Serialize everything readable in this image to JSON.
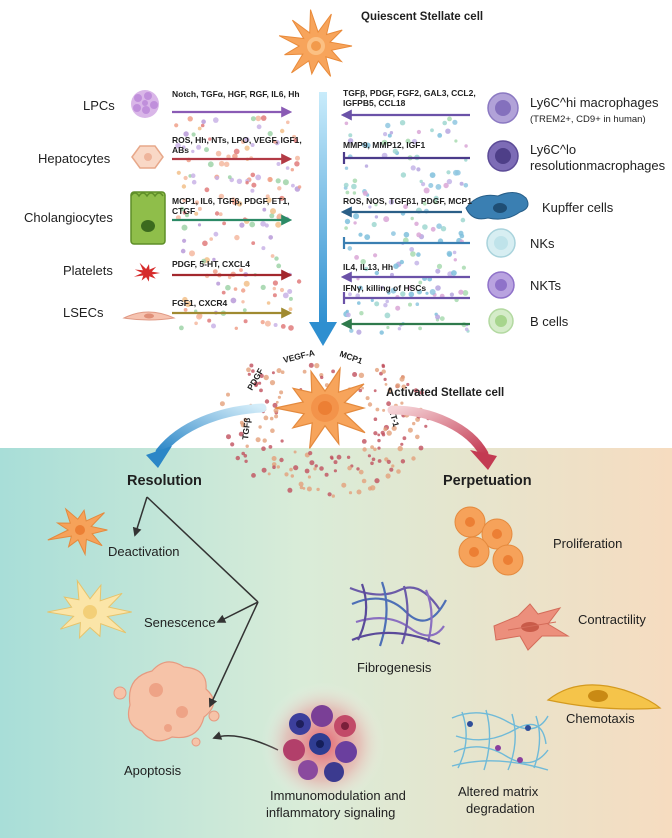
{
  "titles": {
    "quiescent": "Quiescent Stellate cell",
    "activated": "Activated Stellate cell"
  },
  "left_cells": [
    {
      "name": "LPCs",
      "factors": [
        "Notch, TGFα, HGF, RGF, IL6, Hh"
      ]
    },
    {
      "name": "Hepatocytes",
      "factors": [
        "ROS, Hh, NTs, LPO, VEGF, IGF1,",
        "ABs"
      ]
    },
    {
      "name": "Cholangiocytes",
      "factors": [
        "MCP1, IL6, TGFβ, PDGF, ET1,",
        "CTGF"
      ]
    },
    {
      "name": "Platelets",
      "factors": [
        "PDGF, 5-HT, CXCL4"
      ]
    },
    {
      "name": "LSECs",
      "factors": [
        "FGF1, CXCR4"
      ]
    }
  ],
  "right_cells": [
    {
      "name": "Ly6C^hi macrophages",
      "note": "(TREM2+, CD9+ in human)"
    },
    {
      "name": "Ly6C^lo",
      "name2": "resolutionmacrophages"
    },
    {
      "name": "Kupffer cells"
    },
    {
      "name": "NKs"
    },
    {
      "name": "NKTs"
    },
    {
      "name": "B cells"
    }
  ],
  "right_factors": [
    [
      "TGFβ, PDGF, FGF2, GAL3, CCL2,",
      "IGFPB5, CCL18"
    ],
    [
      "MMP9, MMP12, IGF1"
    ],
    [
      "ROS, NOS, TGFβ1, PDGF, MCP1"
    ],
    [
      "IL4, IL13, Hh"
    ],
    [
      "IFNγ, killing of HSCs"
    ]
  ],
  "secreted": [
    "PDGF",
    "VEGF-A",
    "MCP1",
    "ET-1",
    "TGFβ"
  ],
  "branches": {
    "resolution": "Resolution",
    "perpetuation": "Perpetuation"
  },
  "resolution_outcomes": [
    "Deactivation",
    "Senescence",
    "Apoptosis"
  ],
  "perpetuation_outcomes": [
    "Proliferation",
    "Contractility",
    "Chemotaxis",
    "Fibrogenesis"
  ],
  "matrix_label": [
    "Altered matrix",
    "degradation"
  ],
  "immuno_label": [
    "Immunomodulation and",
    "inflammatory signaling"
  ],
  "colors": {
    "stellate": "#f4a15a",
    "arrow_blue": "#3a9fd6",
    "arrow_red": "#c8485a",
    "bottom_left": "#a9ded6",
    "bottom_right": "#f6dcc0"
  }
}
